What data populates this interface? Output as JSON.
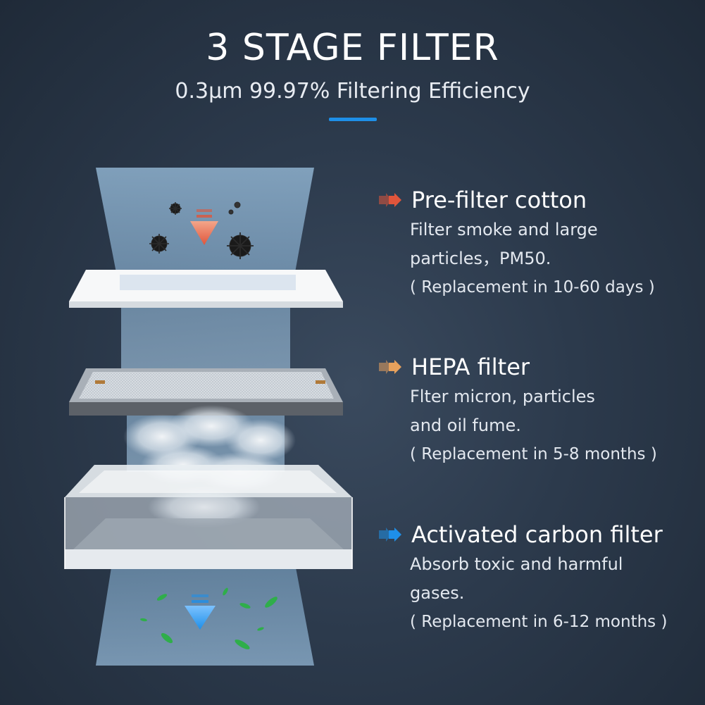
{
  "header": {
    "title": "3 STAGE FILTER",
    "subtitle": "0.3μm 99.97% Filtering Efficiency",
    "accent_color": "#1e8fe8"
  },
  "stages": [
    {
      "title": "Pre-filter cotton",
      "arrow_color": "#e0553b",
      "lines": [
        "Filter smoke and large",
        "particles，PM50."
      ],
      "note": "( Replacement in 10-60 days )"
    },
    {
      "title": "HEPA filter",
      "arrow_color": "#e7a15c",
      "lines": [
        "Flter micron, particles",
        "and oil fume."
      ],
      "note": "( Replacement in 5-8 months )"
    },
    {
      "title": "Activated carbon filter",
      "arrow_color": "#1e8fe8",
      "lines": [
        "Absorb toxic and harmful",
        "gases."
      ],
      "note": "( Replacement in 6-12 months )"
    }
  ],
  "icons": {
    "stage_arrow": "double-chevron-right-icon",
    "flow_in": "arrow-down-icon",
    "flow_out": "arrow-down-icon"
  }
}
